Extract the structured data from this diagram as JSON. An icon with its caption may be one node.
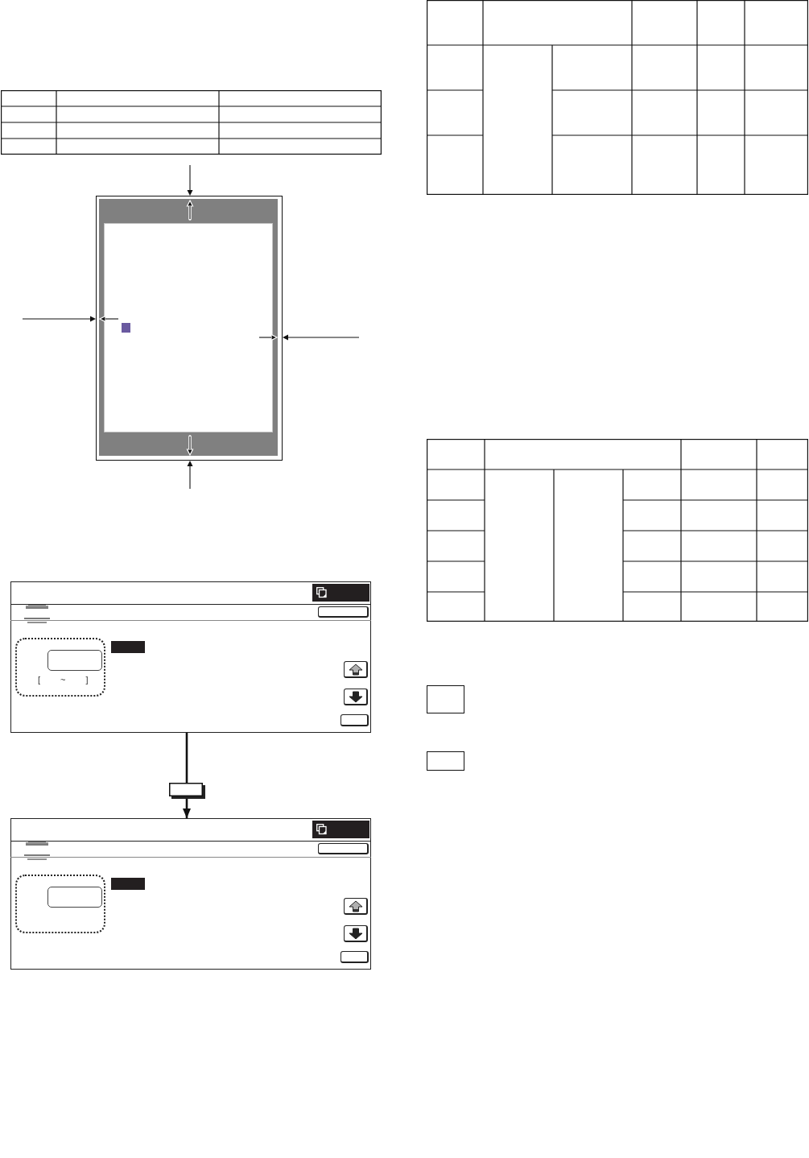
{
  "diagram": {
    "nodes": [
      {
        "text": [],
        "shape": "picture"
      },
      {
        "text": [],
        "shape": "box"
      },
      {
        "text": [],
        "shape": "picture"
      },
      {
        "text": [],
        "shape": "box"
      },
      {
        "text": [],
        "shape": "box"
      }
    ],
    "edges": [
      {
        "from": 0,
        "to": 1,
        "arrow": "none"
      },
      {
        "from": 1,
        "to": 2,
        "arrow": "to"
      }
    ],
    "labels": [
      "[ ~ ]"
    ]
  }
}
